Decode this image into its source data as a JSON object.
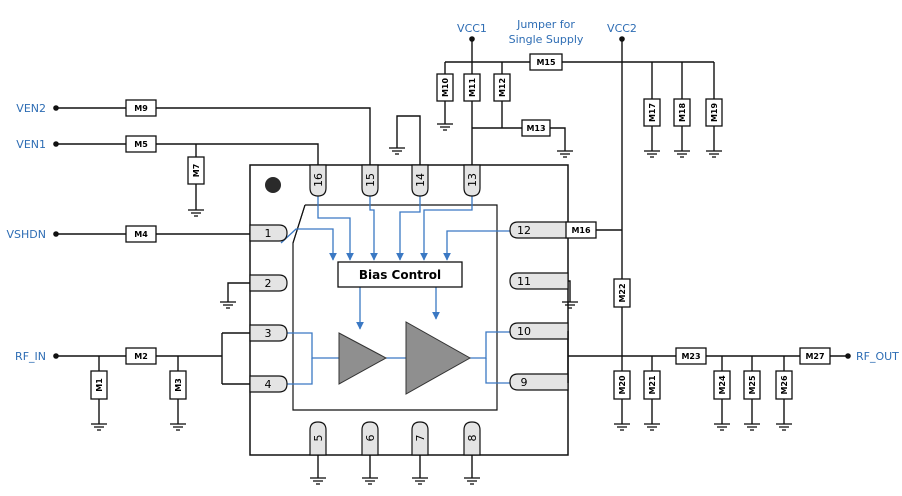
{
  "nets": {
    "vcc1": "VCC1",
    "vcc2": "VCC2",
    "ven2": "VEN2",
    "ven1": "VEN1",
    "vshdn": "VSHDN",
    "rf_in": "RF_IN",
    "rf_out": "RF_OUT"
  },
  "jumper_note": [
    "Jumper for",
    "Single Supply"
  ],
  "bias_control": "Bias Control",
  "components": {
    "M1": "M1",
    "M2": "M2",
    "M3": "M3",
    "M4": "M4",
    "M5": "M5",
    "M7": "M7",
    "M9": "M9",
    "M10": "M10",
    "M11": "M11",
    "M12": "M12",
    "M13": "M13",
    "M15": "M15",
    "M16": "M16",
    "M17": "M17",
    "M18": "M18",
    "M19": "M19",
    "M20": "M20",
    "M21": "M21",
    "M22": "M22",
    "M23": "M23",
    "M24": "M24",
    "M25": "M25",
    "M26": "M26",
    "M27": "M27"
  },
  "pins": {
    "p1": "1",
    "p2": "2",
    "p3": "3",
    "p4": "4",
    "p5": "5",
    "p6": "6",
    "p7": "7",
    "p8": "8",
    "p9": "9",
    "p10": "10",
    "p11": "11",
    "p12": "12",
    "p13": "13",
    "p14": "14",
    "p15": "15",
    "p16": "16"
  },
  "colors": {
    "label_blue": "#2e6db4",
    "internal_wire": "#3a78c3",
    "amp_fill": "#8f8f8f",
    "pin_fill": "#e4e4e4"
  }
}
